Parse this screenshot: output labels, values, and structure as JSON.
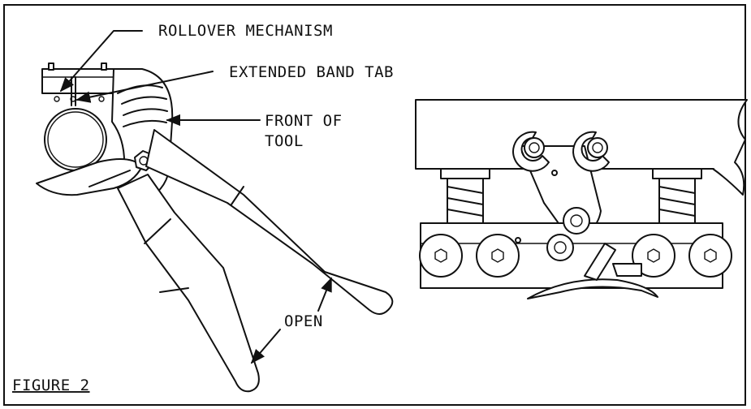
{
  "labels": {
    "rollover": "ROLLOVER MECHANISM",
    "band_tab": "EXTENDED BAND TAB",
    "front_line1": "FRONT OF",
    "front_line2": "TOOL",
    "open": "OPEN",
    "figure": "FIGURE 2"
  },
  "colors": {
    "ink": "#111111",
    "paper": "#ffffff"
  }
}
